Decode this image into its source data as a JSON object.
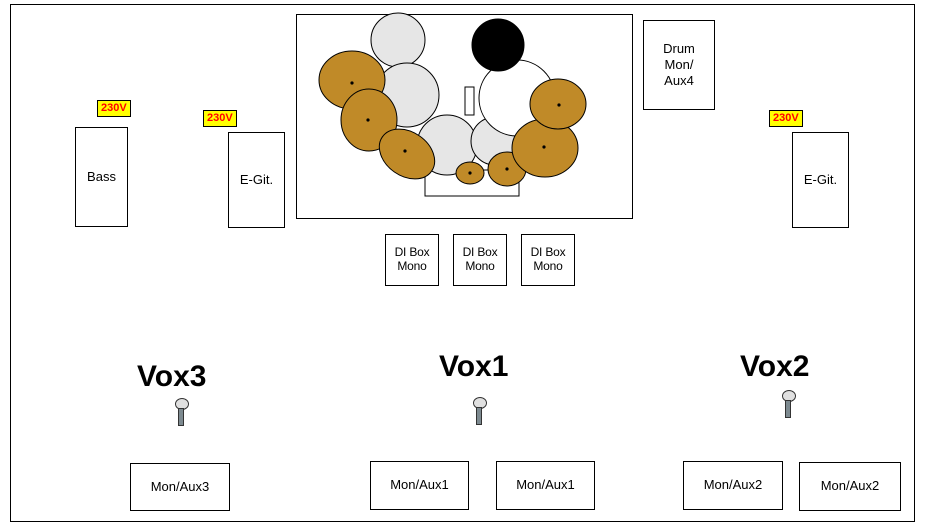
{
  "voltage_label": "230V",
  "amps": {
    "bass": "Bass",
    "egit_left": "E-Git.",
    "egit_right": "E-Git."
  },
  "drum_monitor": "Drum\nMon/\nAux4",
  "di_boxes": [
    "DI Box\nMono",
    "DI Box\nMono",
    "DI Box\nMono"
  ],
  "vocals": [
    "Vox3",
    "Vox1",
    "Vox2"
  ],
  "monitors": [
    "Mon/Aux3",
    "Mon/Aux1",
    "Mon/Aux1",
    "Mon/Aux2",
    "Mon/Aux2"
  ],
  "colors": {
    "cymbal": "#c08a28",
    "drum": "#e6e6e6",
    "volt_bg": "#ffff00",
    "volt_text": "#ff0000"
  }
}
